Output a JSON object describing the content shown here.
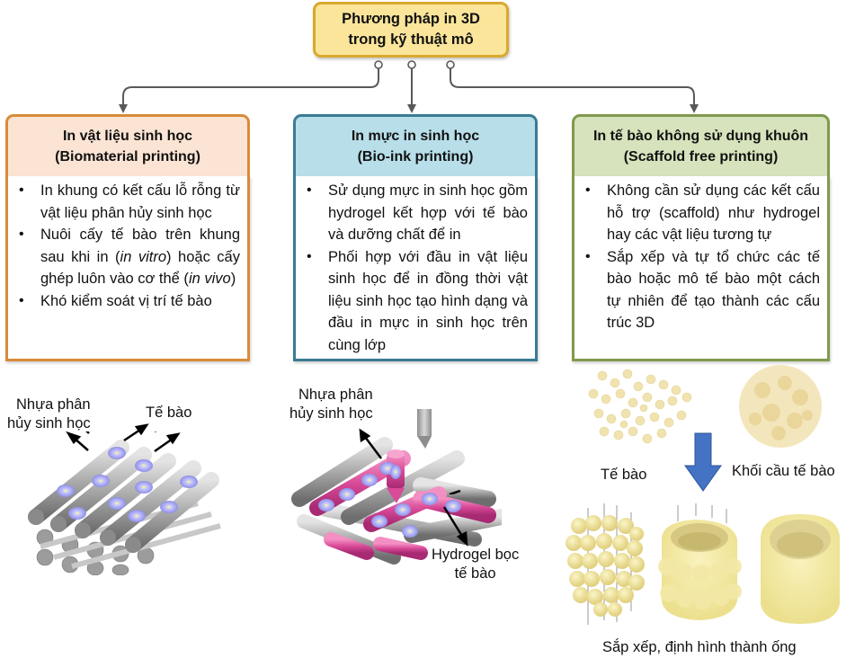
{
  "root": {
    "title_line1": "Phương pháp in 3D",
    "title_line2": "trong kỹ thuật mô",
    "color_fill": "#fbe59a",
    "color_border": "#d8aa2c"
  },
  "categories": [
    {
      "title": "In vật liệu sinh học",
      "subtitle": "(Biomaterial printing)",
      "color_fill": "#fbe4d4",
      "color_border": "#d98b3a",
      "bullets": [
        "In khung có kết cấu lỗ rỗng từ vật liệu phân hủy sinh học",
        "Nuôi cấy tế bào trên khung sau khi in (in vitro) hoặc cấy ghép luôn vào cơ thể (in vivo)",
        "Khó kiểm soát vị trí tế bào"
      ],
      "bullet2_parts": [
        "Nuôi cấy tế bào trên khung sau khi in (",
        "in vitro",
        ") hoặc cấy ghép luôn vào cơ thể (",
        "in vivo",
        ")"
      ],
      "illustration": {
        "label_resin_line1": "Nhựa phân",
        "label_resin_line2": "hủy sinh học",
        "label_cell": "Tế bào"
      }
    },
    {
      "title": "In mực in sinh học",
      "subtitle": "(Bio-ink printing)",
      "color_fill": "#b8dfe9",
      "color_border": "#3a7b94",
      "bullets": [
        "Sử dụng mực in sinh học gồm hydrogel kết hợp với tế bào và dưỡng chất để in",
        "Phối hợp với đầu in vật liệu sinh học để in đồng thời vật liệu sinh học tạo hình dạng và đầu in mực in sinh học trên cùng lớp"
      ],
      "illustration": {
        "label_resin_line1": "Nhựa phân",
        "label_resin_line2": "hủy sinh học",
        "label_hydrogel_line1": "Hydrogel bọc",
        "label_hydrogel_line2": "tế bào"
      }
    },
    {
      "title": "In tế bào không sử dụng khuôn",
      "subtitle": "(Scaffold free printing)",
      "color_fill": "#d6e3bc",
      "color_border": "#7f9a4c",
      "bullets": [
        "Không cần sử dụng các kết cấu hỗ trợ (scaffold) như hydrogel hay các vật liệu tương tự",
        "Sắp xếp và tự tổ chức các tế bào hoặc mô tế bào một cách tự nhiên để tạo thành các cấu trúc 3D"
      ],
      "illustration": {
        "label_cells": "Tế bào",
        "label_spheroid": "Khối cầu tế bào",
        "label_tube": "Sắp xếp, định hình thành ống",
        "arrow_color": "#4472c4"
      }
    }
  ],
  "connector_color": "#595959"
}
